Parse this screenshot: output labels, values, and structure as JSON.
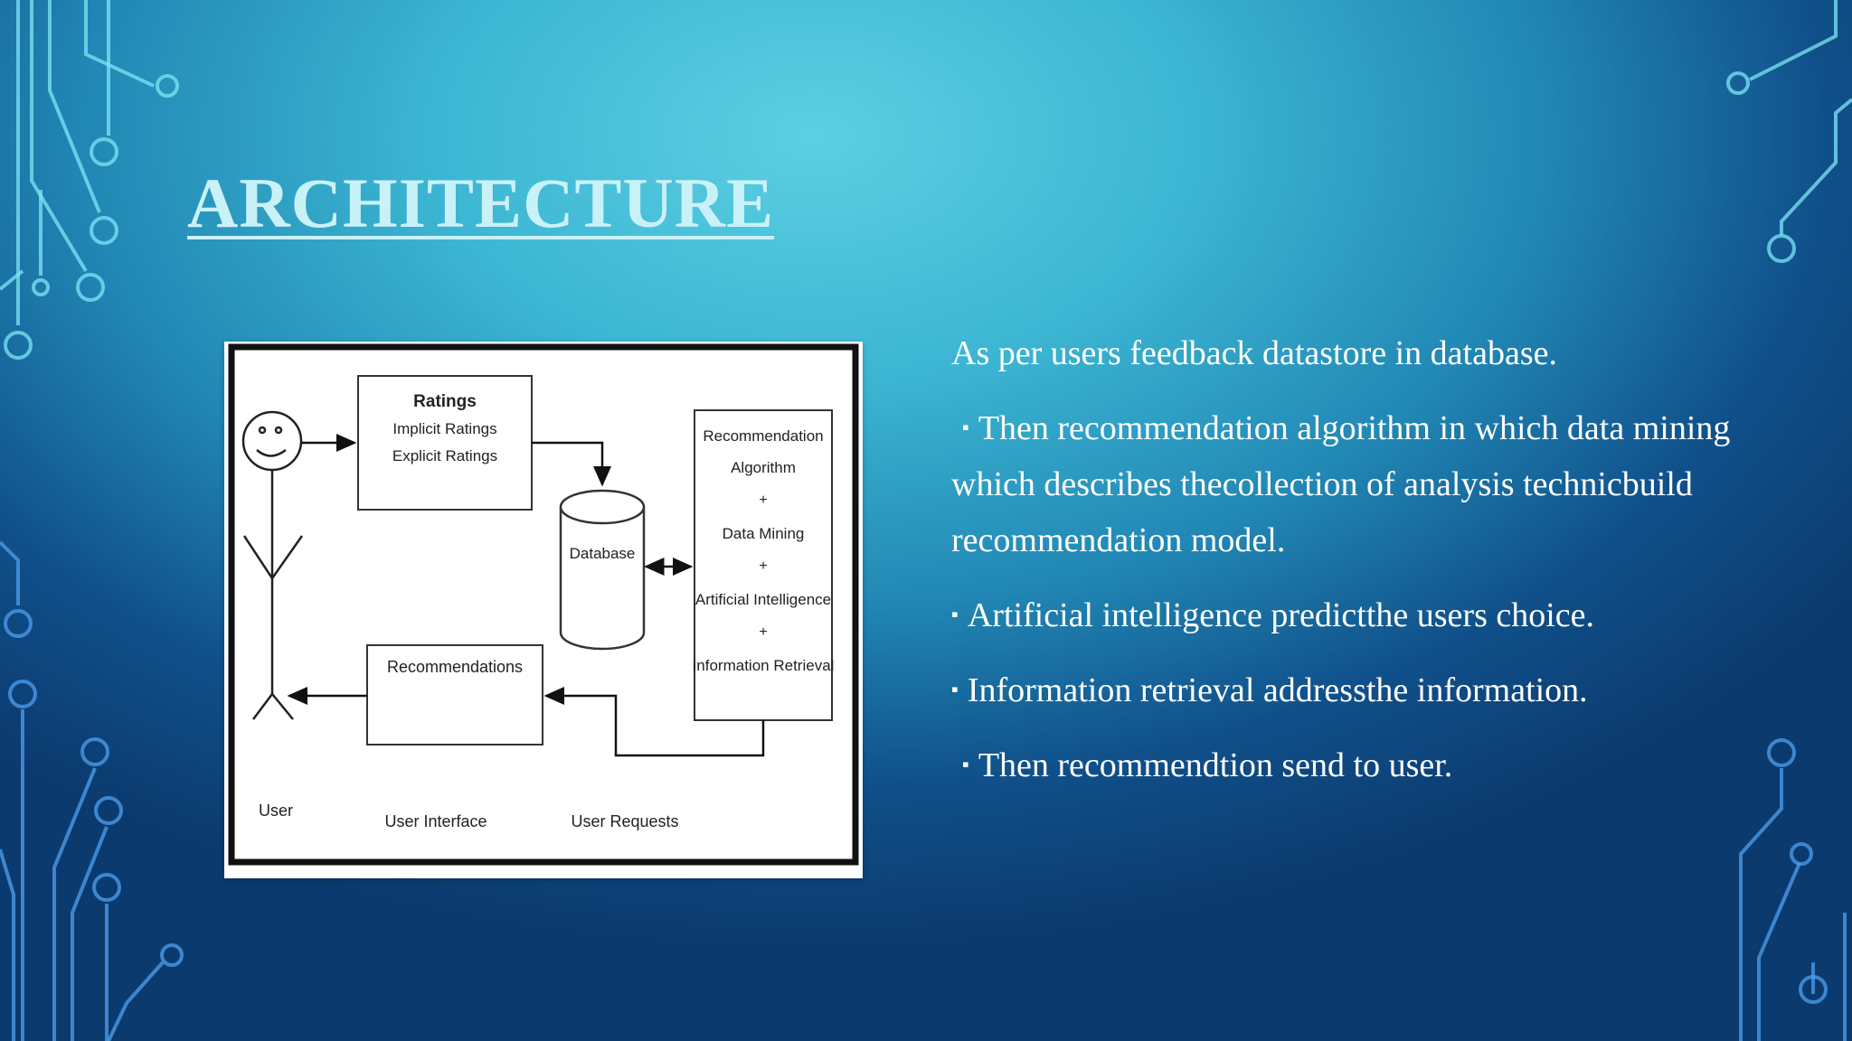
{
  "slide": {
    "title": "ARCHITECTURE",
    "paragraphs": [
      {
        "text": "As per users feedback datastore in database.",
        "bullet": ""
      },
      {
        "text": "Then recommendation algorithm in which data mining which describes thecollection of analysis technicbuild recommendation model.",
        "bullet": "▪"
      },
      {
        "text": "Artificial intelligence predictthe users choice.",
        "bullet": "▪"
      },
      {
        "text": "Information retrieval addressthe information.",
        "bullet": "▪"
      },
      {
        "text": "Then recommendtion send to user.",
        "bullet": "▪"
      }
    ]
  },
  "diagram": {
    "ratings_title": "Ratings",
    "ratings_line1": "Implicit Ratings",
    "ratings_line2": "Explicit Ratings",
    "database": "Database",
    "algo_line1": "Recommendation",
    "algo_line2": "Algorithm",
    "plus": "+",
    "data_mining": "Data Mining",
    "ai": "Artificial Intelligence",
    "ir": "Information Retrieval",
    "recommendations": "Recommendations",
    "user": "User",
    "user_interface": "User Interface",
    "user_requests": "User Requests"
  },
  "colors": {
    "title": "#c9f1f8",
    "body_text": "#ffffff",
    "circuit_light": "#7fe4f4",
    "circuit_dark": "#3f8fe0"
  }
}
